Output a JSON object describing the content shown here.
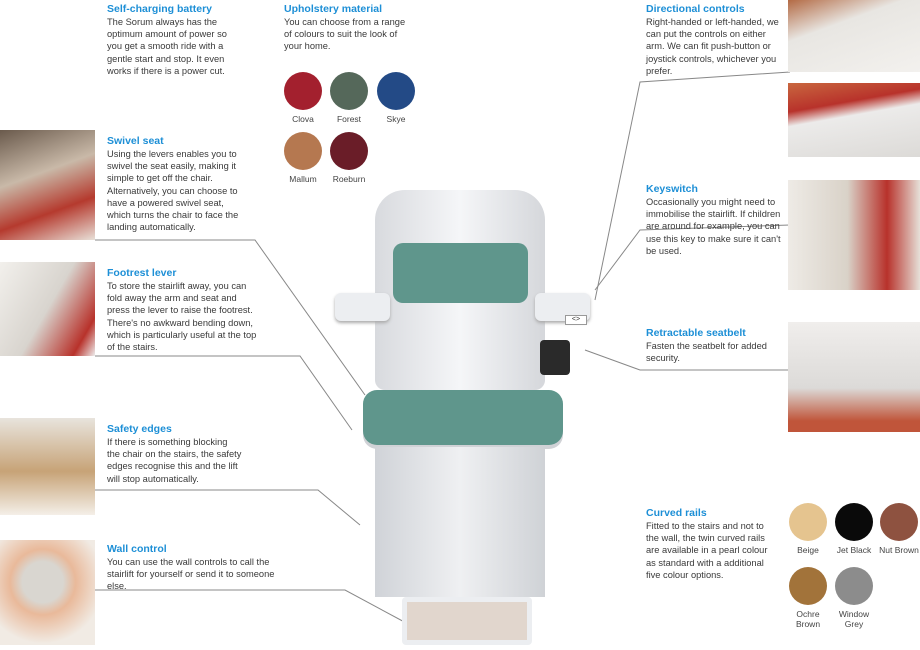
{
  "features": {
    "battery": {
      "title": "Self-charging battery",
      "text": "The Sorum always has the optimum amount of power so you get a smooth ride with a gentle start and stop. It even works if there is a power cut."
    },
    "upholstery": {
      "title": "Upholstery material",
      "text": "You can choose from a range of colours to suit the look of your home."
    },
    "swivel": {
      "title": "Swivel seat",
      "text": "Using the levers enables you to swivel the seat easily, making it simple to get off the chair. Alternatively, you can choose to have a powered swivel seat, which turns the chair to face the landing automatically."
    },
    "footrest": {
      "title": "Footrest lever",
      "text": "To store the stairlift away, you can fold away the arm and seat and press the lever to raise the footrest. There's no awkward bending down, which is particularly useful at the top of the stairs."
    },
    "safety": {
      "title": "Safety edges",
      "text": "If there is something blocking the chair on the stairs, the safety edges recognise this and the lift will stop automatically."
    },
    "wall": {
      "title": "Wall control",
      "text": "You can use the wall controls to call the stairlift for yourself or send it to someone else."
    },
    "directional": {
      "title": "Directional controls",
      "text": "Right-handed or left-handed, we can put the controls on either arm. We can fit push-button or joystick controls, whichever you prefer."
    },
    "keyswitch": {
      "title": "Keyswitch",
      "text": "Occasionally you might need to immobilise the stairlift. If children are around for example, you can use this key to make sure it can't be used."
    },
    "seatbelt": {
      "title": "Retractable seatbelt",
      "text": "Fasten the seatbelt for added security."
    },
    "rails": {
      "title": "Curved rails",
      "text": "Fitted to the stairs and not to the wall, the twin curved rails are available in a pearl colour as standard with a additional five colour options."
    }
  },
  "upholstery_colors": [
    {
      "name": "Clova",
      "color": "#a3202e"
    },
    {
      "name": "Forest",
      "color": "#55685a"
    },
    {
      "name": "Skye",
      "color": "#234a86"
    },
    {
      "name": "Mallum",
      "color": "#b57850"
    },
    {
      "name": "Roeburn",
      "color": "#6a1d28"
    }
  ],
  "rail_colors": [
    {
      "name": "Beige",
      "color": "#e5c48f"
    },
    {
      "name": "Jet Black",
      "color": "#0a0a0a"
    },
    {
      "name": "Nut Brown",
      "color": "#8e5240"
    },
    {
      "name": "Ochre Brown",
      "color": "#a2733a"
    },
    {
      "name": "Window Grey",
      "color": "#8c8c8c"
    }
  ],
  "accent": "#1d8fd6"
}
